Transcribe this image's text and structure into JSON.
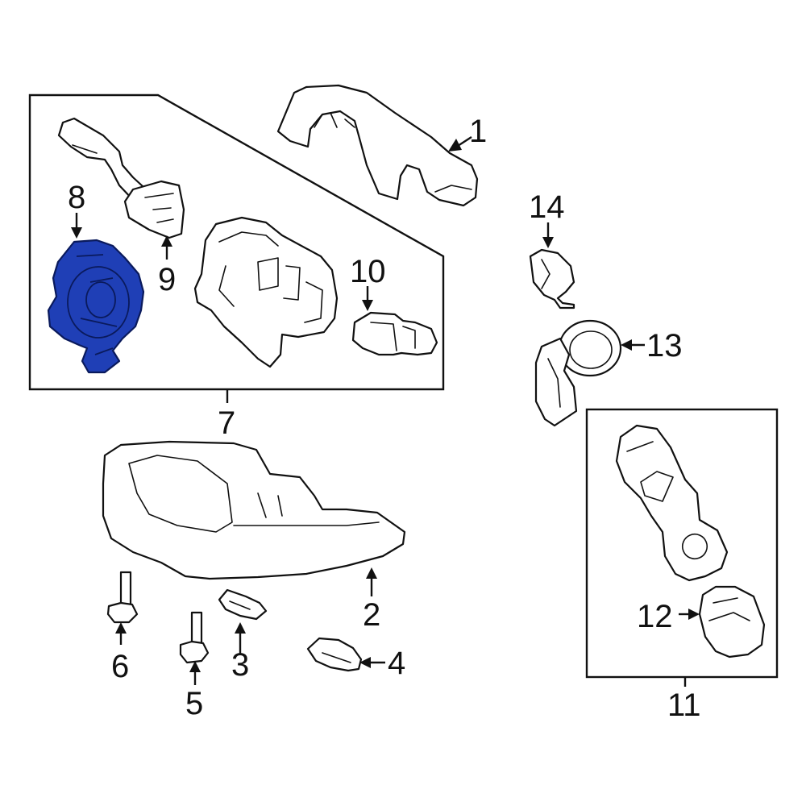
{
  "diagram": {
    "highlight_color": "#1f3fb6",
    "callouts": {
      "c1": "1",
      "c2": "2",
      "c3": "3",
      "c4": "4",
      "c5": "5",
      "c6": "6",
      "c7": "7",
      "c8": "8",
      "c9": "9",
      "c10": "10",
      "c11": "11",
      "c12": "12",
      "c13": "13",
      "c14": "14"
    },
    "highlighted_callout": "8"
  }
}
